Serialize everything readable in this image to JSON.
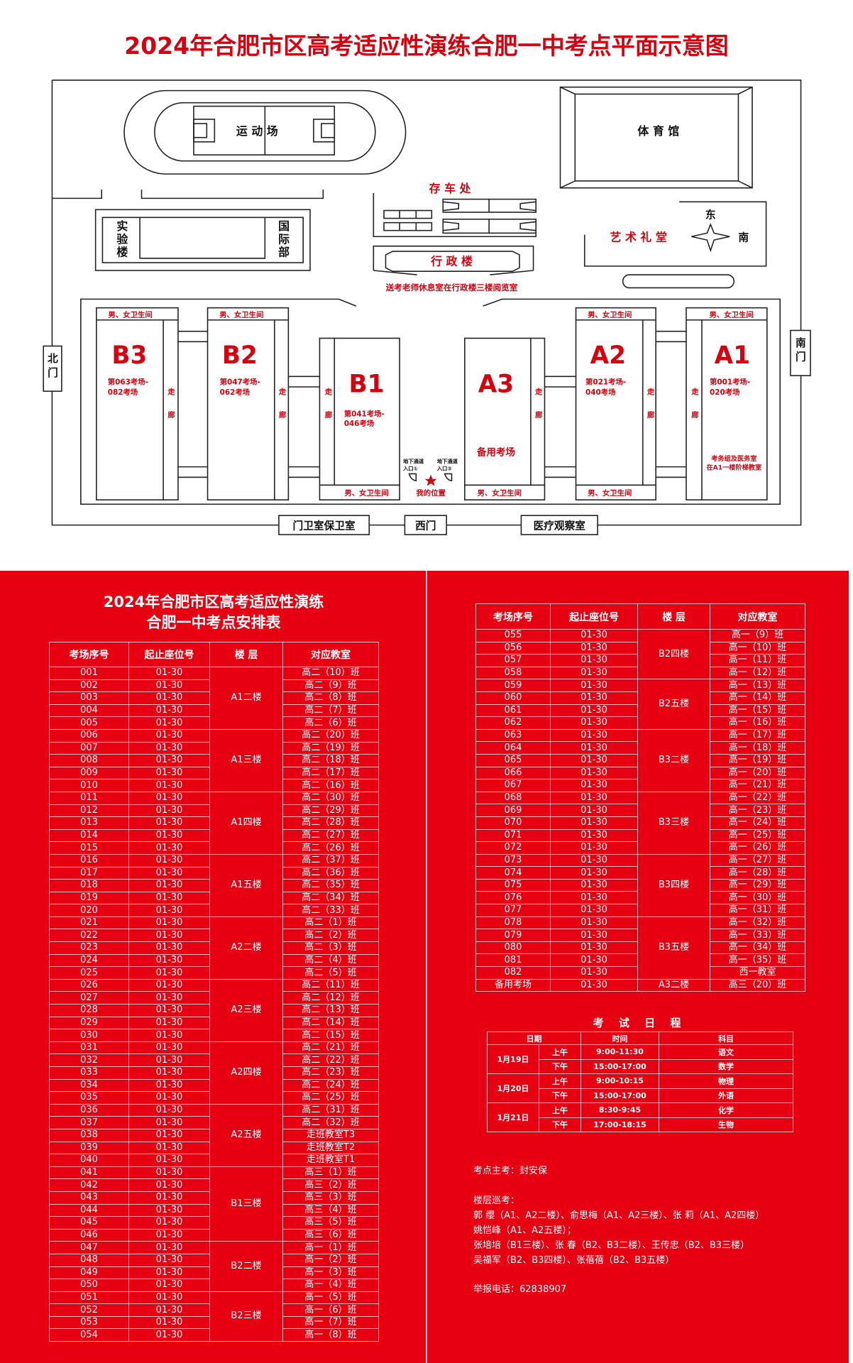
{
  "title": "2024年合肥市区高考适应性演练合肥一中考点平面示意图",
  "map": {
    "stadium": "运 动 场",
    "gym": "体 育 馆",
    "lab": "实验楼",
    "intl": "国际部",
    "bike": "存 车 处",
    "admin": "行 政 楼",
    "admin_note": "送考老师休息室在行政楼三楼阅览室",
    "hall": "艺 术 礼 堂",
    "east": "东",
    "south": "南",
    "north_gate": "北门",
    "south_gate": "南门",
    "guard": "门卫室保卫室",
    "west_gate": "西门",
    "medical": "医疗观察室",
    "restroom": "男、女卫生间",
    "corridor": "走廊",
    "tunnel1": [
      "地下通道",
      "入口①"
    ],
    "tunnel2": [
      "地下通道",
      "入口②"
    ],
    "my_location": "我的位置",
    "buildings": {
      "B3": {
        "name": "B3",
        "rooms": [
          "第063考场-",
          "082考场"
        ]
      },
      "B2": {
        "name": "B2",
        "rooms": [
          "第047考场-",
          "062考场"
        ]
      },
      "B1": {
        "name": "B1",
        "rooms": [
          "第041考场-",
          "046考场"
        ]
      },
      "A3": {
        "name": "A3",
        "note": "备用考场"
      },
      "A2": {
        "name": "A2",
        "rooms": [
          "第021考场-",
          "040考场"
        ]
      },
      "A1": {
        "name": "A1",
        "rooms": [
          "第001考场-",
          "020考场"
        ],
        "note": [
          "考务组及医务室",
          "在A1一楼阶梯教室"
        ]
      }
    }
  },
  "plan_title": [
    "2024年合肥市区高考适应性演练",
    "合肥一中考点安排表"
  ],
  "headers": [
    "考场序号",
    "起止座位号",
    "楼  层",
    "对应教室"
  ],
  "left_table": {
    "floors": [
      [
        "A1二楼",
        5
      ],
      [
        "A1三楼",
        5
      ],
      [
        "A1四楼",
        5
      ],
      [
        "A1五楼",
        5
      ],
      [
        "A2二楼",
        5
      ],
      [
        "A2三楼",
        5
      ],
      [
        "A2四楼",
        5
      ],
      [
        "A2五楼",
        5
      ],
      [
        "B1三楼",
        6
      ],
      [
        "B2二楼",
        4
      ],
      [
        "B2三楼",
        4
      ]
    ],
    "rows": [
      [
        "001",
        "01-30",
        "高二（10）班"
      ],
      [
        "002",
        "01-30",
        "高二（9）班"
      ],
      [
        "003",
        "01-30",
        "高二（8）班"
      ],
      [
        "004",
        "01-30",
        "高二（7）班"
      ],
      [
        "005",
        "01-30",
        "高二（6）班"
      ],
      [
        "006",
        "01-30",
        "高二（20）班"
      ],
      [
        "007",
        "01-30",
        "高二（19）班"
      ],
      [
        "008",
        "01-30",
        "高二（18）班"
      ],
      [
        "009",
        "01-30",
        "高二（17）班"
      ],
      [
        "010",
        "01-30",
        "高二（16）班"
      ],
      [
        "011",
        "01-30",
        "高二（30）班"
      ],
      [
        "012",
        "01-30",
        "高二（29）班"
      ],
      [
        "013",
        "01-30",
        "高二（28）班"
      ],
      [
        "014",
        "01-30",
        "高二（27）班"
      ],
      [
        "015",
        "01-30",
        "高二（26）班"
      ],
      [
        "016",
        "01-30",
        "高二（37）班"
      ],
      [
        "017",
        "01-30",
        "高二（36）班"
      ],
      [
        "018",
        "01-30",
        "高二（35）班"
      ],
      [
        "019",
        "01-30",
        "高二（34）班"
      ],
      [
        "020",
        "01-30",
        "高二（33）班"
      ],
      [
        "021",
        "01-30",
        "高二（1）班"
      ],
      [
        "022",
        "01-30",
        "高二（2）班"
      ],
      [
        "023",
        "01-30",
        "高二（3）班"
      ],
      [
        "024",
        "01-30",
        "高二（4）班"
      ],
      [
        "025",
        "01-30",
        "高二（5）班"
      ],
      [
        "026",
        "01-30",
        "高二（11）班"
      ],
      [
        "027",
        "01-30",
        "高二（12）班"
      ],
      [
        "028",
        "01-30",
        "高二（13）班"
      ],
      [
        "029",
        "01-30",
        "高二（14）班"
      ],
      [
        "030",
        "01-30",
        "高二（15）班"
      ],
      [
        "031",
        "01-30",
        "高二（21）班"
      ],
      [
        "032",
        "01-30",
        "高二（22）班"
      ],
      [
        "033",
        "01-30",
        "高二（23）班"
      ],
      [
        "034",
        "01-30",
        "高二（24）班"
      ],
      [
        "035",
        "01-30",
        "高二（25）班"
      ],
      [
        "036",
        "01-30",
        "高二（31）班"
      ],
      [
        "037",
        "01-30",
        "高二（32）班"
      ],
      [
        "038",
        "01-30",
        "走班教室T3"
      ],
      [
        "039",
        "01-30",
        "走班教室T2"
      ],
      [
        "040",
        "01-30",
        "走班教室T1"
      ],
      [
        "041",
        "01-30",
        "高三（1）班"
      ],
      [
        "042",
        "01-30",
        "高三（2）班"
      ],
      [
        "043",
        "01-30",
        "高三（3）班"
      ],
      [
        "044",
        "01-30",
        "高三（4）班"
      ],
      [
        "045",
        "01-30",
        "高三（5）班"
      ],
      [
        "046",
        "01-30",
        "高三（6）班"
      ],
      [
        "047",
        "01-30",
        "高一（1）班"
      ],
      [
        "048",
        "01-30",
        "高一（2）班"
      ],
      [
        "049",
        "01-30",
        "高一（3）班"
      ],
      [
        "050",
        "01-30",
        "高一（4）班"
      ],
      [
        "051",
        "01-30",
        "高一（5）班"
      ],
      [
        "052",
        "01-30",
        "高一（6）班"
      ],
      [
        "053",
        "01-30",
        "高一（7）班"
      ],
      [
        "054",
        "01-30",
        "高一（8）班"
      ]
    ]
  },
  "right_table": {
    "floors": [
      [
        "B2四楼",
        4
      ],
      [
        "B2五楼",
        4
      ],
      [
        "B3二楼",
        5
      ],
      [
        "B3三楼",
        5
      ],
      [
        "B3四楼",
        5
      ],
      [
        "B3五楼",
        5
      ],
      [
        "A3二楼",
        1
      ]
    ],
    "rows": [
      [
        "055",
        "01-30",
        "高一（9）班"
      ],
      [
        "056",
        "01-30",
        "高一（10）班"
      ],
      [
        "057",
        "01-30",
        "高一（11）班"
      ],
      [
        "058",
        "01-30",
        "高一（12）班"
      ],
      [
        "059",
        "01-30",
        "高一（13）班"
      ],
      [
        "060",
        "01-30",
        "高一（14）班"
      ],
      [
        "061",
        "01-30",
        "高一（15）班"
      ],
      [
        "062",
        "01-30",
        "高一（16）班"
      ],
      [
        "063",
        "01-30",
        "高一（17）班"
      ],
      [
        "064",
        "01-30",
        "高一（18）班"
      ],
      [
        "065",
        "01-30",
        "高一（19）班"
      ],
      [
        "066",
        "01-30",
        "高一（20）班"
      ],
      [
        "067",
        "01-30",
        "高一（21）班"
      ],
      [
        "068",
        "01-30",
        "高一（22）班"
      ],
      [
        "069",
        "01-30",
        "高一（23）班"
      ],
      [
        "070",
        "01-30",
        "高一（24）班"
      ],
      [
        "071",
        "01-30",
        "高一（25）班"
      ],
      [
        "072",
        "01-30",
        "高一（26）班"
      ],
      [
        "073",
        "01-30",
        "高一（27）班"
      ],
      [
        "074",
        "01-30",
        "高一（28）班"
      ],
      [
        "075",
        "01-30",
        "高一（29）班"
      ],
      [
        "076",
        "01-30",
        "高一（30）班"
      ],
      [
        "077",
        "01-30",
        "高一（31）班"
      ],
      [
        "078",
        "01-30",
        "高一（32）班"
      ],
      [
        "079",
        "01-30",
        "高一（33）班"
      ],
      [
        "080",
        "01-30",
        "高一（34）班"
      ],
      [
        "081",
        "01-30",
        "高一（35）班"
      ],
      [
        "082",
        "01-30",
        "西一教室"
      ],
      [
        "备用考场",
        "01-30",
        "高三（20）班"
      ]
    ]
  },
  "schedule": {
    "title": "考 试 日 程",
    "headers": [
      "日期",
      "时间",
      "科目"
    ],
    "days": [
      {
        "date": "1月19日",
        "slots": [
          [
            "上午",
            "9:00-11:30",
            "语文"
          ],
          [
            "下午",
            "15:00-17:00",
            "数学"
          ]
        ]
      },
      {
        "date": "1月20日",
        "slots": [
          [
            "上午",
            "9:00-10:15",
            "物理"
          ],
          [
            "下午",
            "15:00-17:00",
            "外语"
          ]
        ]
      },
      {
        "date": "1月21日",
        "slots": [
          [
            "上午",
            "8:30-9:45",
            "化学"
          ],
          [
            "下午",
            "17:00-18:15",
            "生物"
          ]
        ]
      }
    ]
  },
  "info": {
    "chief": "考点主考：封安保",
    "patrol_label": "楼层巡考：",
    "patrol_lines": [
      "郭  缨（A1、A2二楼）、俞思梅（A1、A2三楼）、张  莉（A1、A2四楼）",
      "姚恺峰（A1、A2五楼）；",
      "张培培（B1三楼）、张  春（B2、B3二楼）、王传忠（B2、B3三楼）",
      "吴福军（B2、B3四楼）、张蓓蓓（B2、B3五楼）"
    ],
    "hotline": "举报电话：62838907"
  }
}
